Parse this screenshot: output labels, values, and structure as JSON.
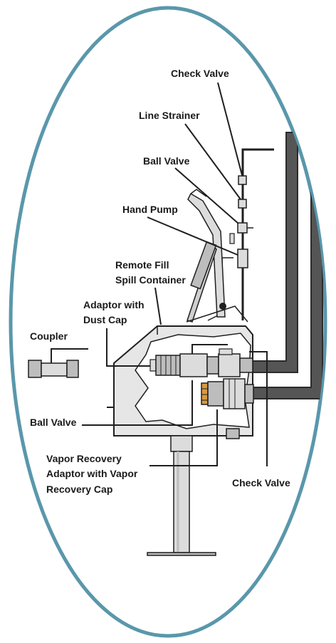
{
  "colors": {
    "frame": "#5a97ab",
    "outline": "#1f1f1f",
    "pipe": "#555555",
    "pipe_edge": "#2b2b2b",
    "metal": "#bdbdbd",
    "metal_light": "#dcdcdc",
    "box": "#e6e6e6",
    "accent": "#d89a3e"
  },
  "labels": {
    "check_valve_top": "Check Valve",
    "line_strainer": "Line Strainer",
    "ball_valve_top": "Ball Valve",
    "hand_pump": "Hand Pump",
    "remote_fill_1": "Remote Fill",
    "remote_fill_2": "Spill Container",
    "adaptor_1": "Adaptor with",
    "adaptor_2": "Dust Cap",
    "coupler": "Coupler",
    "ball_valve_bottom": "Ball Valve",
    "vapor_1": "Vapor Recovery",
    "vapor_2": "Adaptor with Vapor",
    "vapor_3": "Recovery Cap",
    "check_valve_bottom": "Check Valve"
  }
}
